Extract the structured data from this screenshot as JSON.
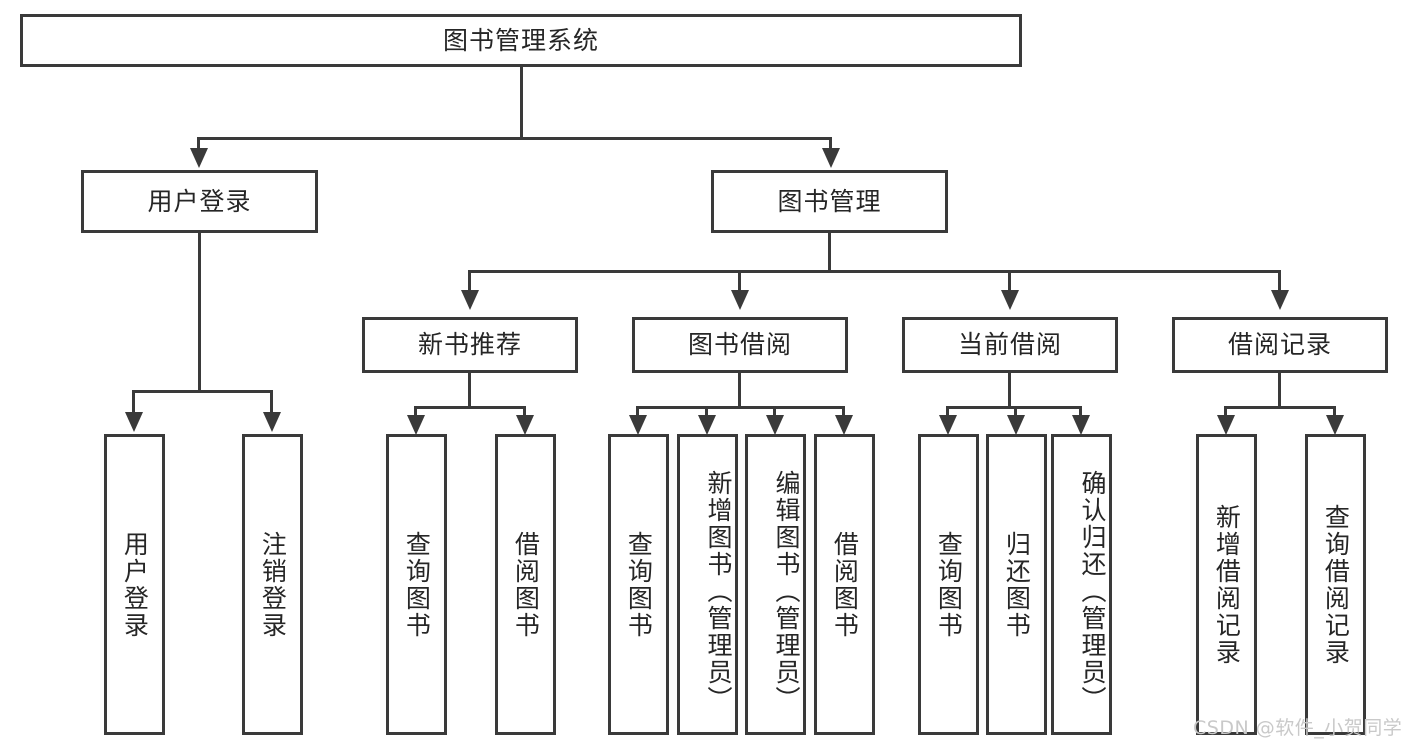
{
  "diagram": {
    "type": "tree-hierarchy",
    "title": "图书管理系统",
    "root": {
      "id": "root",
      "label": "图书管理系统"
    },
    "level2": [
      {
        "id": "user-login",
        "label": "用户登录"
      },
      {
        "id": "book-management",
        "label": "图书管理"
      }
    ],
    "level3": [
      {
        "id": "new-book-recommend",
        "label": "新书推荐",
        "parent": "book-management"
      },
      {
        "id": "book-borrow",
        "label": "图书借阅",
        "parent": "book-management"
      },
      {
        "id": "current-borrow",
        "label": "当前借阅",
        "parent": "book-management"
      },
      {
        "id": "borrow-record",
        "label": "借阅记录",
        "parent": "book-management"
      }
    ],
    "leaves": {
      "user_login": [
        {
          "id": "leaf-user-login",
          "label": "用户登录"
        },
        {
          "id": "leaf-logout-login",
          "label": "注销登录"
        }
      ],
      "new_book_recommend": [
        {
          "id": "leaf-query-book-1",
          "label": "查询图书"
        },
        {
          "id": "leaf-borrow-book-1",
          "label": "借阅图书"
        }
      ],
      "book_borrow": [
        {
          "id": "leaf-query-book-2",
          "label": "查询图书"
        },
        {
          "id": "leaf-add-book",
          "label": "新增图书（管理员）"
        },
        {
          "id": "leaf-edit-book",
          "label": "编辑图书（管理员）"
        },
        {
          "id": "leaf-borrow-book-2",
          "label": "借阅图书"
        }
      ],
      "current_borrow": [
        {
          "id": "leaf-query-book-3",
          "label": "查询图书"
        },
        {
          "id": "leaf-return-book",
          "label": "归还图书"
        },
        {
          "id": "leaf-confirm-return",
          "label": "确认归还（管理员）"
        }
      ],
      "borrow_record": [
        {
          "id": "leaf-add-record",
          "label": "新增借阅记录"
        },
        {
          "id": "leaf-query-record",
          "label": "查询借阅记录"
        }
      ]
    }
  },
  "watermark": {
    "text": "CSDN @软件_小贺同学"
  },
  "colors": {
    "stroke": "#3a3a3a",
    "text": "#262626",
    "background": "#ffffff",
    "watermark": "#c9c9c9"
  }
}
